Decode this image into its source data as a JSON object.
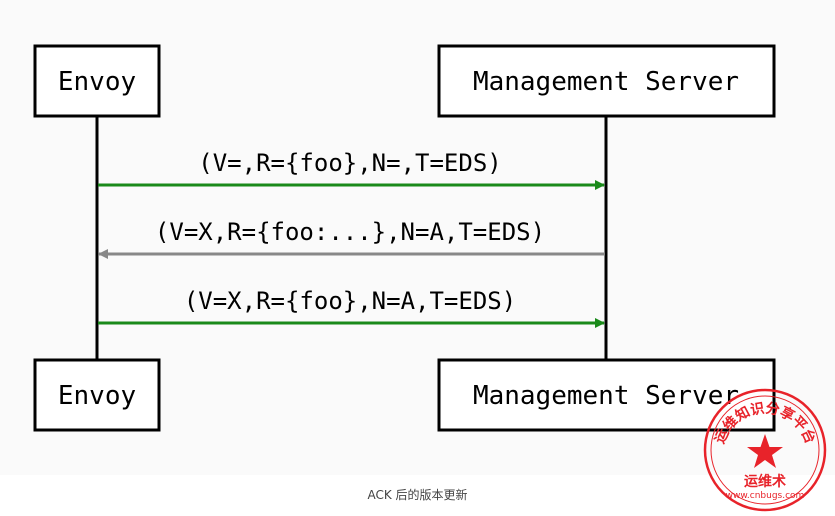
{
  "participants": {
    "left": "Envoy",
    "right": "Management Server"
  },
  "messages": [
    {
      "label": "(V=,R={foo},N=,T=EDS)",
      "direction": "right",
      "color": "#1a8a1a"
    },
    {
      "label": "(V=X,R={foo:...},N=A,T=EDS)",
      "direction": "left",
      "color": "#888888"
    },
    {
      "label": "(V=X,R={foo},N=A,T=EDS)",
      "direction": "right",
      "color": "#1a8a1a"
    }
  ],
  "caption": "ACK 后的版本更新",
  "seal": {
    "ring_text": "运维知识分享平台",
    "center_text": "运维术",
    "url": "www.cnbugs.com",
    "color": "#e8232a"
  }
}
